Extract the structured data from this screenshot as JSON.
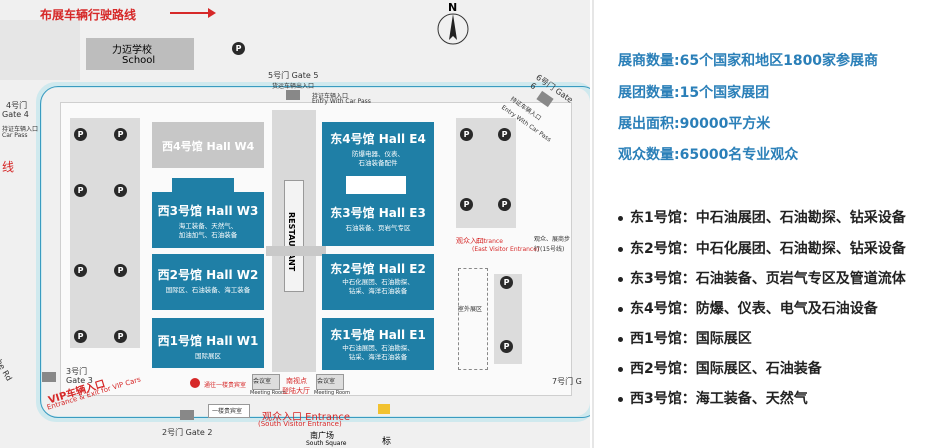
{
  "map": {
    "road_label": "布展车辆行驶路线",
    "north": "N",
    "school": {
      "cn": "力迈学校",
      "en": "School"
    },
    "gates": {
      "gate5_top": "5号门 Gate 5",
      "gate5_sub1": "货运车辆出入口",
      "gate5_sub2": "持证车辆入口",
      "gate5_sub3": "Entry With Car Pass",
      "gate6": "6号门 Gate 6",
      "gate6_sub": "持证车辆入口",
      "gate6_sub_en": "Entry With Car Pass",
      "gate4_a": "4号门",
      "gate4_b": "Gate 4",
      "gate4_sub": "持证车辆入口",
      "gate4_sub_en": "Car Pass",
      "gate3_a": "3号门",
      "gate3_b": "Gate 3",
      "gate2": "2号门 Gate 2",
      "gate7": "7号门 G"
    },
    "left_edge_text": "线",
    "left_road": "he Rd",
    "vip": {
      "cn": "VIP车辆入口",
      "en": "Entrance & Exit for VIP Cars"
    },
    "restaurant": "RESTAURANT",
    "halls": {
      "w4": "西4号馆 Hall W4",
      "w3": "西3号馆 Hall W3",
      "w3_sub1": "海工装备、天然气、",
      "w3_sub2": "加油加气、石油装备",
      "w2": "西2号馆 Hall W2",
      "w2_sub": "国际区、石油装备、海工装备",
      "w1": "西1号馆 Hall W1",
      "w1_sub": "国际展区",
      "e4": "东4号馆 Hall E4",
      "e4_sub1": "防爆电器、仪表、",
      "e4_sub2": "石油装备配件",
      "e3": "东3号馆 Hall E3",
      "e3_sub": "石油装备、页岩气专区",
      "e2": "东2号馆 Hall E2",
      "e2_sub1": "中石化展团、石油勘探、",
      "e2_sub2": "钻采、海洋石油装备",
      "e1": "东1号馆 Hall E1",
      "e1_sub1": "中石油展团、石油勘探、",
      "e1_sub2": "钻采、海洋石油装备"
    },
    "east_entrance": {
      "cn": "观众入口",
      "en": "Entrance",
      "en2": "(East Visitor Entrance)"
    },
    "east_note1": "观众、展商步",
    "east_note2": "行(15号线)",
    "south_entrance": {
      "cn": "观众入口 Entrance",
      "en": "(South Visitor Entrance)"
    },
    "conference_left": "会议室",
    "conference_left_en": "Meeting Room",
    "conference_right": "会议室",
    "conference_right_en": "Meeting Room",
    "south_lobby_1": "南视点",
    "south_lobby_2": "登陆大厅",
    "south_square": {
      "cn": "南广场",
      "en": "South Square"
    },
    "registration": "一楼贵宾室",
    "vip_note": "通往一楼贵宾室",
    "outdoor_label": "室外展区",
    "bottom_edge_text": "标"
  },
  "stats": [
    "展商数量:65个国家和地区1800家参展商",
    "展团数量:15个国家展团",
    "展出面积:90000平方米",
    "观众数量:65000名专业观众"
  ],
  "hall_list": [
    "东1号馆：中石油展团、石油勘探、钻采设备",
    "东2号馆：中石化展团、石油勘探、钻采设备",
    "东3号馆：石油装备、页岩气专区及管道流体",
    "东4号馆：防爆、仪表、电气及石油设备",
    "西1号馆：国际展区",
    "西2号馆：国际展区、石油装备",
    "西3号馆：海工装备、天然气"
  ],
  "colors": {
    "hall": "#1f7fa6",
    "stat_text": "#2a7fb8",
    "road": "#cfe9ee",
    "road_border": "#3a9bc0",
    "route_red": "#d62828"
  }
}
